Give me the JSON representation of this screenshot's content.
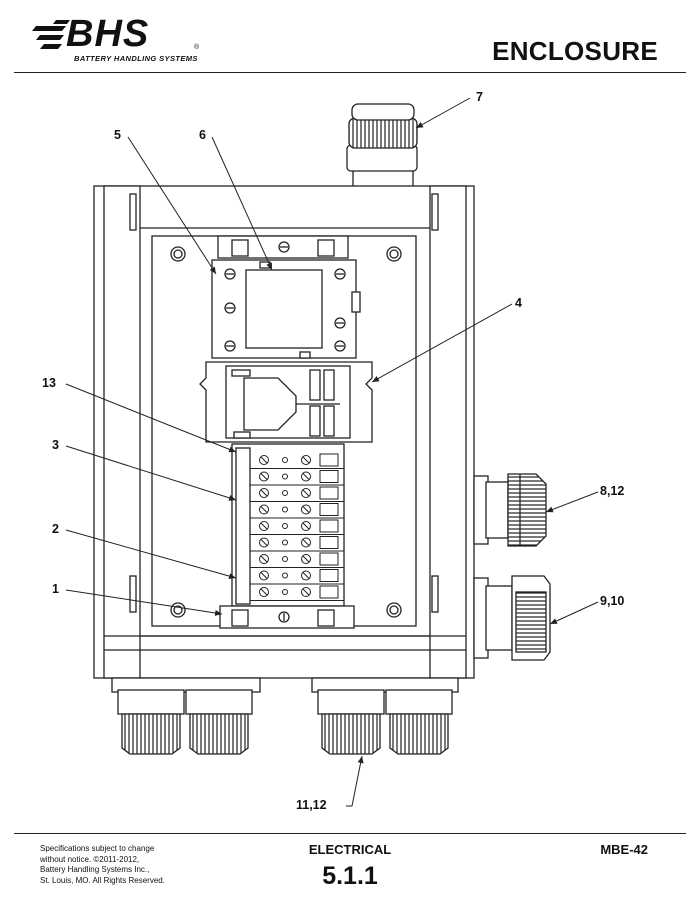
{
  "header": {
    "logo_text": "BHS",
    "logo_subtitle": "BATTERY HANDLING SYSTEMS",
    "logo_registered": "®",
    "title": "ENCLOSURE"
  },
  "callouts": {
    "c1": "1",
    "c2": "2",
    "c3": "3",
    "c4": "4",
    "c5": "5",
    "c6": "6",
    "c7": "7",
    "c8": "8,12",
    "c9": "9,10",
    "c11": "11,12",
    "c13": "13"
  },
  "footer": {
    "disclaimer": [
      "Specifications subject to change",
      "without notice. ©2011-2012,",
      "Battery Handling Systems Inc.,",
      "St. Louis, MO. All Rights Reserved."
    ],
    "section": "ELECTRICAL",
    "number": "5.1.1",
    "model": "MBE-42"
  },
  "colors": {
    "line": "#222222",
    "fill": "#ffffff"
  }
}
